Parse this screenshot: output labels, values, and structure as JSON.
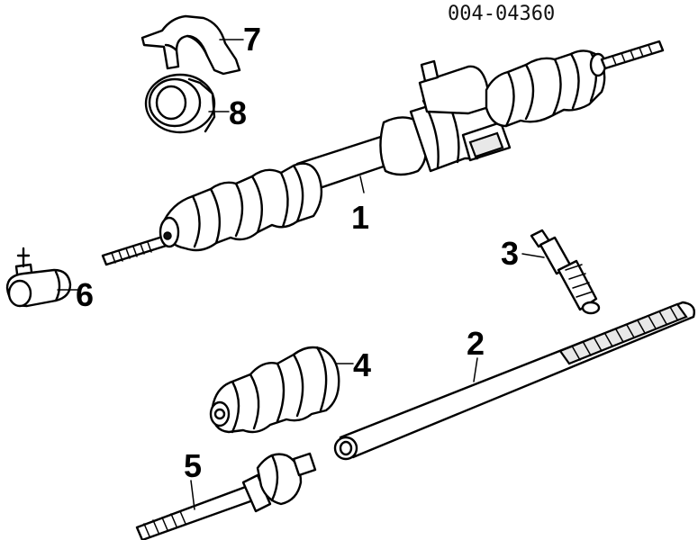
{
  "diagram": {
    "part_code": "004-04360",
    "callouts": [
      {
        "id": "1",
        "label": "1"
      },
      {
        "id": "2",
        "label": "2"
      },
      {
        "id": "3",
        "label": "3"
      },
      {
        "id": "4",
        "label": "4"
      },
      {
        "id": "5",
        "label": "5"
      },
      {
        "id": "6",
        "label": "6"
      },
      {
        "id": "7",
        "label": "7"
      },
      {
        "id": "8",
        "label": "8"
      }
    ]
  }
}
